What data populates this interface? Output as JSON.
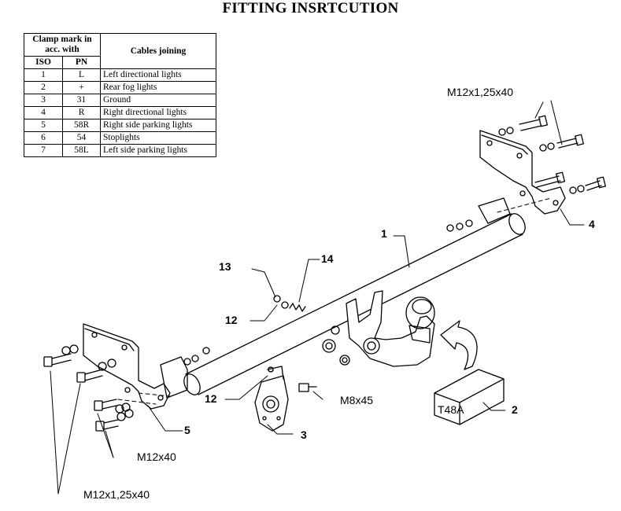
{
  "title": "FITTING INSRTCUTION",
  "table": {
    "header_clamp": "Clamp mark in acc. with",
    "header_cables": "Cables joining",
    "header_iso": "ISO",
    "header_pn": "PN",
    "rows": [
      {
        "iso": "1",
        "pn": "L",
        "cable": "Left directional lights"
      },
      {
        "iso": "2",
        "pn": "+",
        "cable": "Rear fog lights"
      },
      {
        "iso": "3",
        "pn": "31",
        "cable": "Ground"
      },
      {
        "iso": "4",
        "pn": "R",
        "cable": "Right directional lights"
      },
      {
        "iso": "5",
        "pn": "58R",
        "cable": "Right side parking lights"
      },
      {
        "iso": "6",
        "pn": "54",
        "cable": "Stoplights"
      },
      {
        "iso": "7",
        "pn": "58L",
        "cable": "Left side parking lights"
      }
    ]
  },
  "labels": {
    "bolt_top": "M12x1,25x40",
    "bolt_bottom": "M12x1,25x40",
    "bolt_m12x40": "M12x40",
    "bolt_m8x45": "M8x45",
    "product_code": "T48A",
    "n1": "1",
    "n2": "2",
    "n3": "3",
    "n4": "4",
    "n5": "5",
    "n12a": "12",
    "n12b": "12",
    "n13": "13",
    "n14": "14"
  }
}
